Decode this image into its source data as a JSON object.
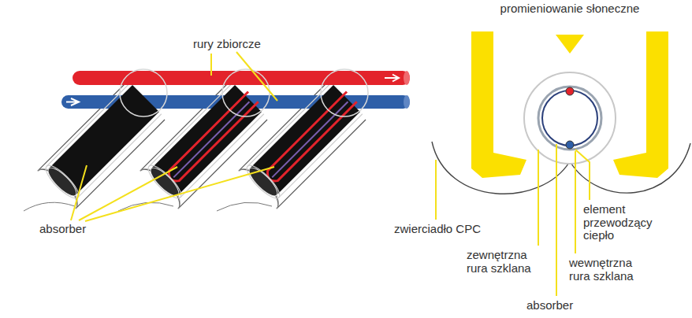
{
  "diagram": {
    "labels": [
      "rury zbiorcze",
      "absorber",
      "promieniowanie słoneczne",
      "zwierciadło CPC",
      "element przewodzący ciepło",
      "zewnętrzna rura szklana",
      "wewnętrzna rura szklana",
      "absorber"
    ]
  }
}
